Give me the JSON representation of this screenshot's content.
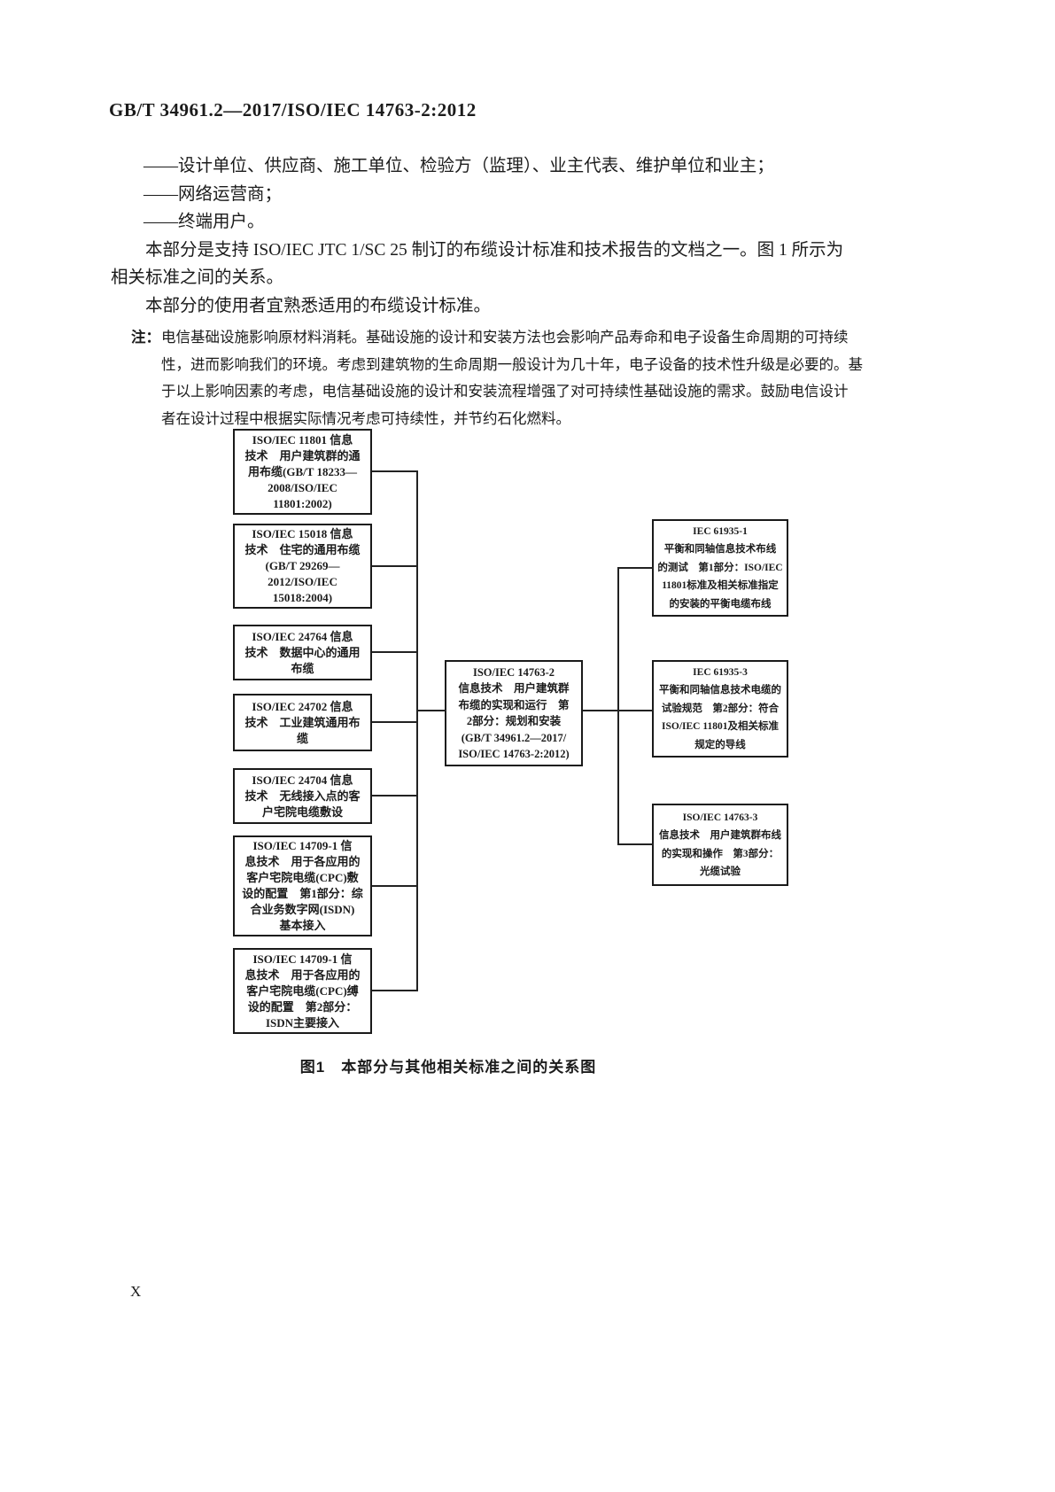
{
  "header": "GB/T 34961.2—2017/ISO/IEC 14763-2:2012",
  "body": {
    "bullets": [
      "——设计单位、供应商、施工单位、检验方（监理）、业主代表、维护单位和业主；",
      "——网络运营商；",
      "——终端用户。"
    ],
    "para_support": "　　本部分是支持 ISO/IEC JTC 1/SC 25 制订的布缆设计标准和技术报告的文档之一。图 1 所示为\n相关标准之间的关系。",
    "para_users": "　　本部分的使用者宜熟悉适用的布缆设计标准。",
    "note_label": "注：",
    "note_text": "电信基础设施影响原材料消耗。基础设施的设计和安装方法也会影响产品寿命和电子设备生命周期的可持续\n性，进而影响我们的环境。考虑到建筑物的生命周期一般设计为几十年，电子设备的技术性升级是必要的。基\n于以上影响因素的考虑，电信基础设施的设计和安装流程增强了对可持续性基础设施的需求。鼓励电信设计\n者在设计过程中根据实际情况考虑可持续性，并节约石化燃料。"
  },
  "figure": {
    "caption": "图1　本部分与其他相关标准之间的关系图",
    "left_boxes": [
      "ISO/IEC 11801 信息\n技术　用户建筑群的通\n用布缆(GB/T 18233—\n2008/ISO/IEC\n11801:2002)",
      "ISO/IEC 15018 信息\n技术　住宅的通用布缆\n(GB/T 29269—\n2012/ISO/IEC\n15018:2004)",
      "ISO/IEC 24764 信息\n技术　数据中心的通用\n布缆",
      "ISO/IEC 24702 信息\n技术　工业建筑通用布\n缆",
      "ISO/IEC 24704 信息\n技术　无线接入点的客\n户宅院电缆敷设",
      "ISO/IEC 14709-1 信\n息技术　用于各应用的\n客户宅院电缆(CPC)敷\n设的配置　第1部分：综\n合业务数字网(ISDN)\n基本接入",
      "ISO/IEC 14709-1 信\n息技术　用于各应用的\n客户宅院电缆(CPC)缚\n设的配置　第2部分：\nISDN主要接入"
    ],
    "center_box": "ISO/IEC 14763-2\n信息技术　用户建筑群\n布缆的实现和运行　第\n2部分：规划和安装\n(GB/T 34961.2—2017/\nISO/IEC 14763-2:2012)",
    "right_boxes": [
      "IEC 61935-1\n平衡和同轴信息技术布线\n的测试　第1部分：ISO/IEC\n11801标准及相关标准指定\n的安装的平衡电缆布线",
      "IEC 61935-3\n平衡和同轴信息技术电缆的\n试验规范　第2部分：符合\nISO/IEC 11801及相关标准\n规定的导线",
      "ISO/IEC 14763-3\n信息技术　用户建筑群布线\n的实现和操作　第3部分：\n光缆试验"
    ]
  },
  "page_number": "X"
}
